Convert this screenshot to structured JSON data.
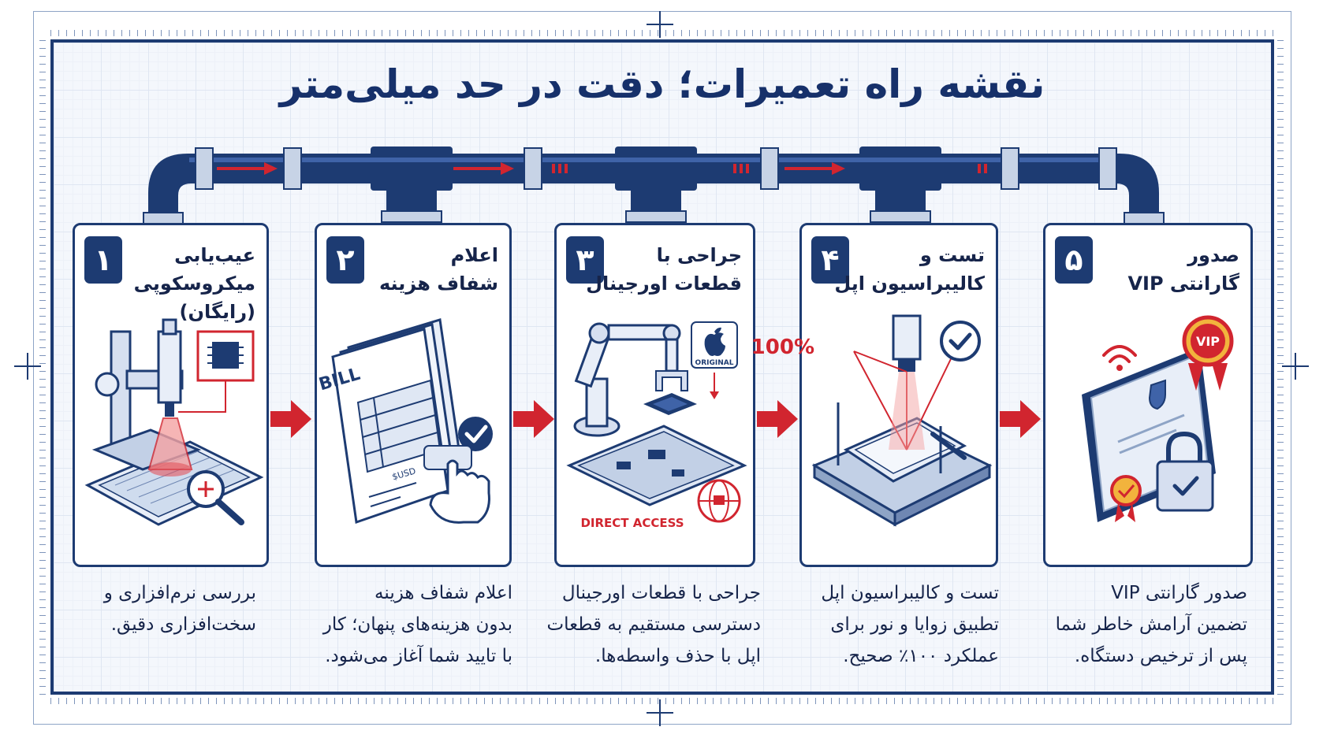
{
  "title": "نقشه راه تعمیرات؛ دقت در حد میلی‌متر",
  "colors": {
    "navy": "#1d3b72",
    "red": "#d1252f",
    "paper": "#f4f7fc"
  },
  "steps": [
    {
      "number": "۱",
      "title_lines": [
        "عیب‌یابی",
        "میکروسکوپی",
        "(رایگان)"
      ],
      "icon": "microscope-icon",
      "desc_lines": [
        "بررسی نرم‌افزاری و",
        "سخت‌افزاری دقیق."
      ]
    },
    {
      "number": "۲",
      "title_lines": [
        "اعلام",
        "شفاف هزینه"
      ],
      "icon": "bill-icon",
      "bill_heading": "BILL",
      "bill_currency": "USD$",
      "desc_lines": [
        "اعلام شفاف هزینه",
        "بدون هزینه‌های پنهان؛ کار",
        "با تایید شما آغاز می‌شود."
      ]
    },
    {
      "number": "۳",
      "title_lines": [
        "جراحی با",
        "قطعات اورجینال"
      ],
      "icon": "robot-arm-icon",
      "original_label": "ORIGINAL",
      "direct_access_label": "DIRECT ACCESS",
      "desc_lines": [
        "جراحی با قطعات اورجینال",
        "دسترسی مستقیم به قطعات",
        "اپل با حذف واسطه‌ها."
      ]
    },
    {
      "number": "۴",
      "title_lines": [
        "تست و",
        "کالیبراسیون اپل"
      ],
      "icon": "calibration-icon",
      "percent_label": "100%",
      "desc_lines": [
        "تست و کالیبراسیون اپل",
        "تطبیق زوایا و نور برای",
        "عملکرد ۱۰۰٪ صحیح."
      ]
    },
    {
      "number": "۵",
      "title_lines": [
        "صدور",
        "گارانتی VIP"
      ],
      "icon": "certificate-icon",
      "vip_label": "VIP",
      "desc_lines": [
        "صدور گارانتی VIP",
        "تضمین آرامش خاطر شما",
        "پس از ترخیص دستگاه."
      ]
    }
  ]
}
